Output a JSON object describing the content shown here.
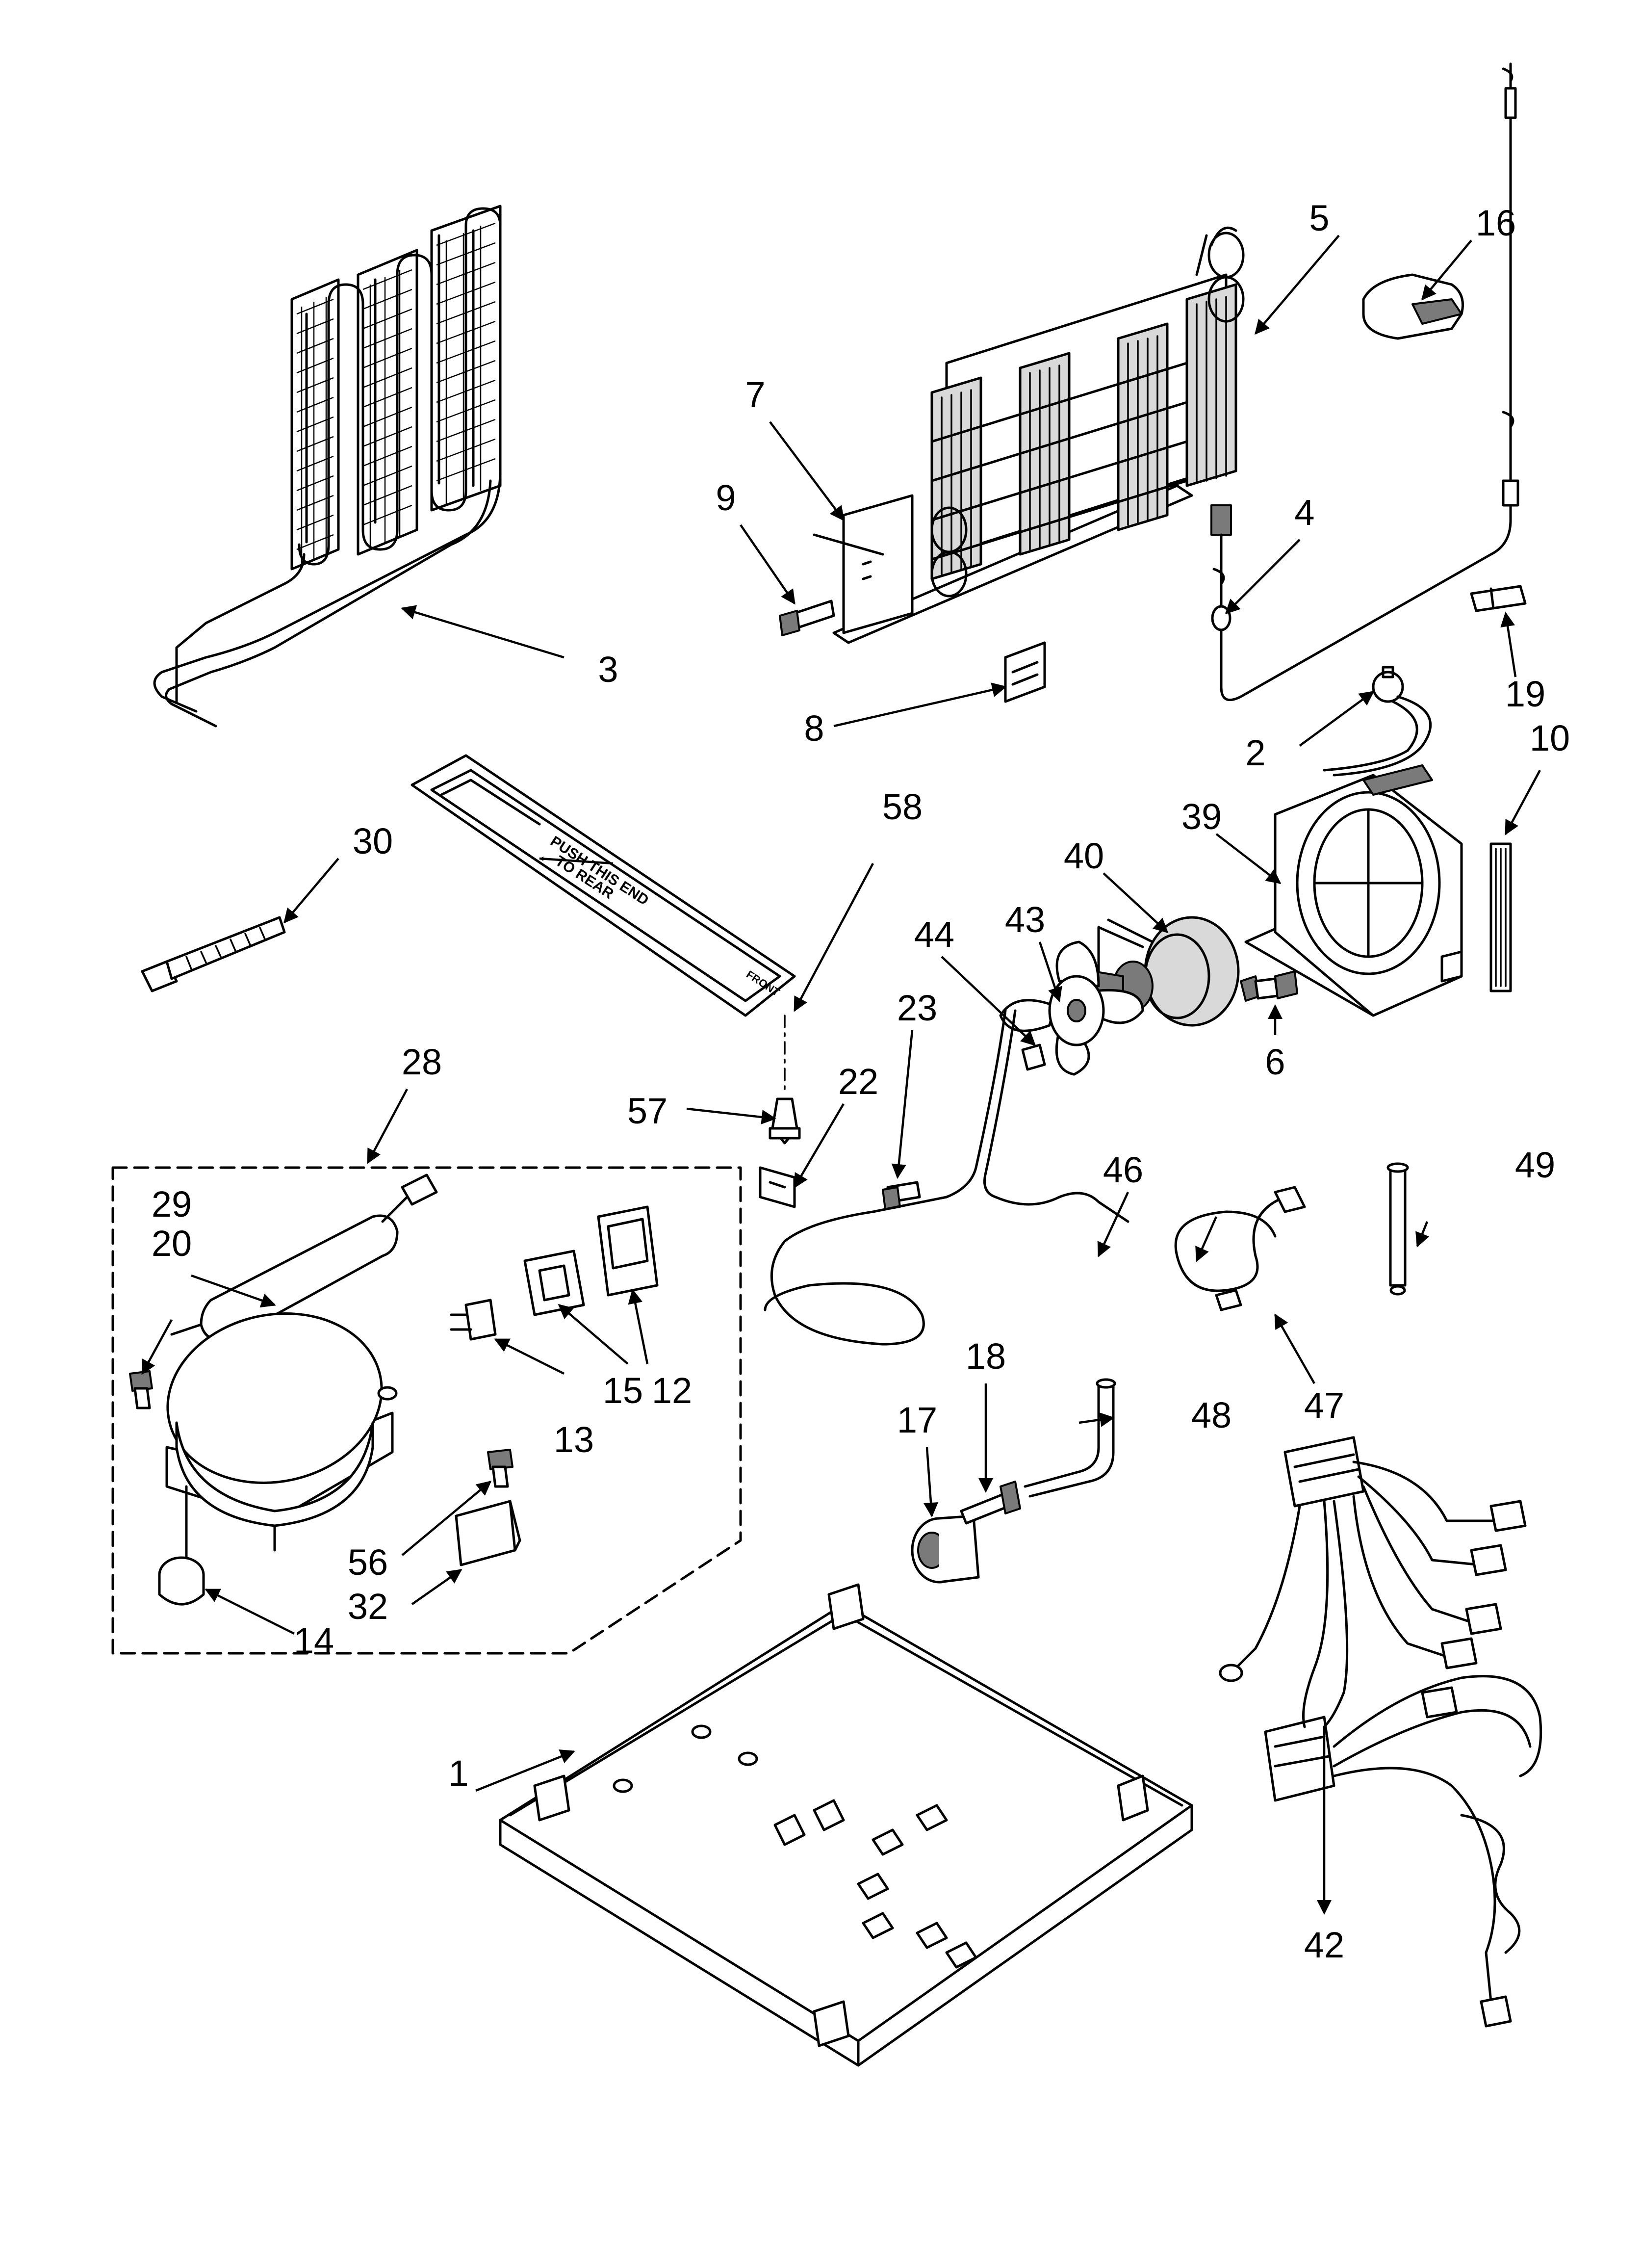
{
  "callouts": {
    "p1": "1",
    "p2": "2",
    "p3": "3",
    "p4": "4",
    "p5": "5",
    "p6": "6",
    "p7": "7",
    "p8": "8",
    "p9": "9",
    "p10": "10",
    "p12": "12",
    "p13": "13",
    "p14": "14",
    "p15": "15",
    "p16": "16",
    "p17": "17",
    "p18": "18",
    "p19": "19",
    "p20": "20",
    "p22": "22",
    "p23": "23",
    "p28": "28",
    "p29": "29",
    "p30": "30",
    "p32": "32",
    "p39": "39",
    "p40": "40",
    "p42": "42",
    "p43": "43",
    "p44": "44",
    "p46": "46",
    "p47": "47",
    "p48": "48",
    "p49": "49",
    "p56": "56",
    "p57": "57",
    "p58": "58"
  },
  "tray_decal": {
    "line1": "PUSH THIS END",
    "line2": "TO REAR",
    "front": "FRONT"
  }
}
